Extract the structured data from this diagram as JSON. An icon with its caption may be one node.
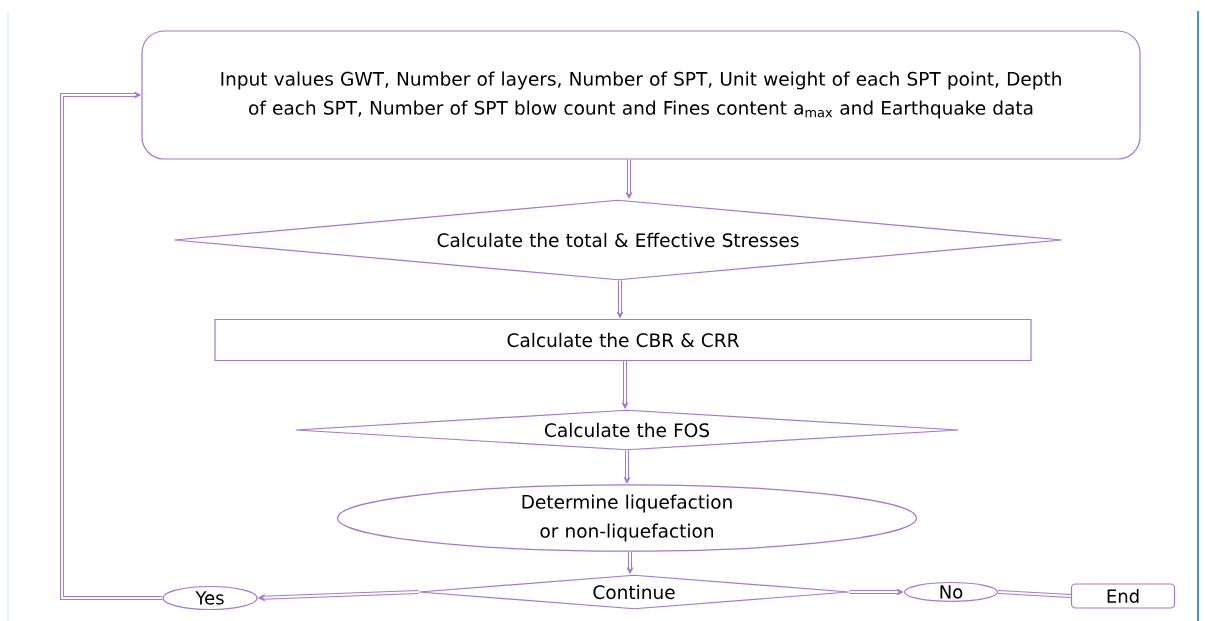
{
  "diagram": {
    "nodes": [
      {
        "text": [
          "Input values GWT, Number of layers, Number of SPT, Unit weight of each SPT point, Depth of each SPT, Number of SPT blow count and Fines content a$_{max}$ and Earthquake data"
        ]
      },
      {
        "text": [
          "Calculate the total & Effective Stresses"
        ]
      },
      {
        "text": [
          "Calculate the CBR & CRR"
        ]
      },
      {
        "text": [
          "Calculate the FOS"
        ]
      },
      {
        "text": [
          "Determine liquefaction or non-liquefaction"
        ]
      },
      {
        "text": [
          "Continue"
        ]
      },
      {
        "text": [
          "Yes"
        ]
      },
      {
        "text": [
          "No"
        ]
      },
      {
        "text": [
          "End"
        ]
      }
    ],
    "edges": [
      {
        "from": 0,
        "to": 1,
        "arrow": "to"
      },
      {
        "from": 1,
        "to": 2,
        "arrow": "to"
      },
      {
        "from": 2,
        "to": 3,
        "arrow": "to"
      },
      {
        "from": 3,
        "to": 4,
        "arrow": "to"
      },
      {
        "from": 4,
        "to": 5,
        "arrow": "to"
      },
      {
        "from": 5,
        "to": 6,
        "arrow": "to"
      },
      {
        "from": 6,
        "to": 0,
        "arrow": "to"
      },
      {
        "from": 5,
        "to": 7,
        "arrow": "to"
      },
      {
        "from": 7,
        "to": 8,
        "arrow": "none"
      }
    ]
  }
}
